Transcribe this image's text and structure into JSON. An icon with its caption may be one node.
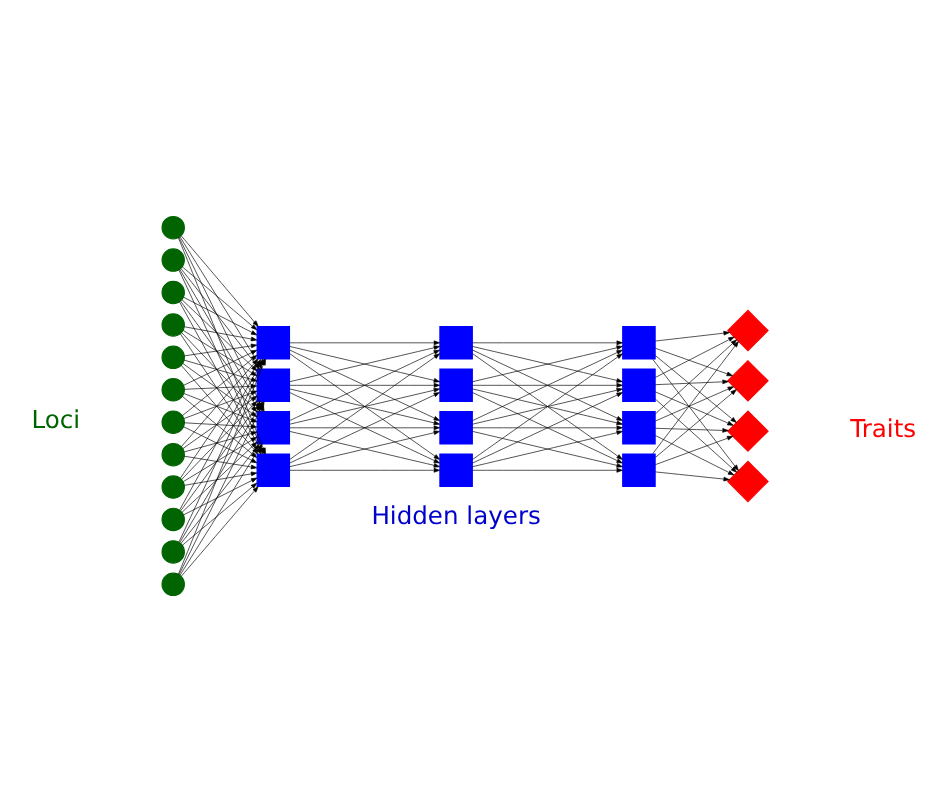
{
  "diagram": {
    "nodes": [
      {
        "text": [],
        "shape": "circle"
      },
      {
        "text": [],
        "shape": "circle"
      },
      {
        "text": [],
        "shape": "circle"
      },
      {
        "text": [],
        "shape": "circle"
      },
      {
        "text": [],
        "shape": "circle"
      },
      {
        "text": [],
        "shape": "circle"
      },
      {
        "text": [],
        "shape": "circle"
      },
      {
        "text": [],
        "shape": "circle"
      },
      {
        "text": [],
        "shape": "circle"
      },
      {
        "text": [],
        "shape": "circle"
      },
      {
        "text": [],
        "shape": "circle"
      },
      {
        "text": [],
        "shape": "circle"
      },
      {
        "text": [],
        "shape": "box"
      },
      {
        "text": [],
        "shape": "box"
      },
      {
        "text": [],
        "shape": "box"
      },
      {
        "text": [],
        "shape": "box"
      },
      {
        "text": [],
        "shape": "box"
      },
      {
        "text": [],
        "shape": "box"
      },
      {
        "text": [],
        "shape": "box"
      },
      {
        "text": [],
        "shape": "box"
      },
      {
        "text": [],
        "shape": "box"
      },
      {
        "text": [],
        "shape": "box"
      },
      {
        "text": [],
        "shape": "box"
      },
      {
        "text": [],
        "shape": "box"
      },
      {
        "text": [],
        "shape": "diamond"
      },
      {
        "text": [],
        "shape": "diamond"
      },
      {
        "text": [],
        "shape": "diamond"
      },
      {
        "text": [],
        "shape": "diamond"
      }
    ],
    "edges": [
      {
        "from": 0,
        "to": 12,
        "arrow": "to"
      },
      {
        "from": 0,
        "to": 13,
        "arrow": "to"
      },
      {
        "from": 0,
        "to": 14,
        "arrow": "to"
      },
      {
        "from": 0,
        "to": 15,
        "arrow": "to"
      },
      {
        "from": 1,
        "to": 12,
        "arrow": "to"
      },
      {
        "from": 1,
        "to": 13,
        "arrow": "to"
      },
      {
        "from": 1,
        "to": 14,
        "arrow": "to"
      },
      {
        "from": 1,
        "to": 15,
        "arrow": "to"
      },
      {
        "from": 2,
        "to": 12,
        "arrow": "to"
      },
      {
        "from": 2,
        "to": 13,
        "arrow": "to"
      },
      {
        "from": 2,
        "to": 14,
        "arrow": "to"
      },
      {
        "from": 2,
        "to": 15,
        "arrow": "to"
      },
      {
        "from": 3,
        "to": 12,
        "arrow": "to"
      },
      {
        "from": 3,
        "to": 13,
        "arrow": "to"
      },
      {
        "from": 3,
        "to": 14,
        "arrow": "to"
      },
      {
        "from": 3,
        "to": 15,
        "arrow": "to"
      },
      {
        "from": 4,
        "to": 12,
        "arrow": "to"
      },
      {
        "from": 4,
        "to": 13,
        "arrow": "to"
      },
      {
        "from": 4,
        "to": 14,
        "arrow": "to"
      },
      {
        "from": 4,
        "to": 15,
        "arrow": "to"
      },
      {
        "from": 5,
        "to": 12,
        "arrow": "to"
      },
      {
        "from": 5,
        "to": 13,
        "arrow": "to"
      },
      {
        "from": 5,
        "to": 14,
        "arrow": "to"
      },
      {
        "from": 5,
        "to": 15,
        "arrow": "to"
      },
      {
        "from": 6,
        "to": 12,
        "arrow": "to"
      },
      {
        "from": 6,
        "to": 13,
        "arrow": "to"
      },
      {
        "from": 6,
        "to": 14,
        "arrow": "to"
      },
      {
        "from": 6,
        "to": 15,
        "arrow": "to"
      },
      {
        "from": 7,
        "to": 12,
        "arrow": "to"
      },
      {
        "from": 7,
        "to": 13,
        "arrow": "to"
      },
      {
        "from": 7,
        "to": 14,
        "arrow": "to"
      },
      {
        "from": 7,
        "to": 15,
        "arrow": "to"
      },
      {
        "from": 8,
        "to": 12,
        "arrow": "to"
      },
      {
        "from": 8,
        "to": 13,
        "arrow": "to"
      },
      {
        "from": 8,
        "to": 14,
        "arrow": "to"
      },
      {
        "from": 8,
        "to": 15,
        "arrow": "to"
      },
      {
        "from": 9,
        "to": 12,
        "arrow": "to"
      },
      {
        "from": 9,
        "to": 13,
        "arrow": "to"
      },
      {
        "from": 9,
        "to": 14,
        "arrow": "to"
      },
      {
        "from": 9,
        "to": 15,
        "arrow": "to"
      },
      {
        "from": 10,
        "to": 12,
        "arrow": "to"
      },
      {
        "from": 10,
        "to": 13,
        "arrow": "to"
      },
      {
        "from": 10,
        "to": 14,
        "arrow": "to"
      },
      {
        "from": 10,
        "to": 15,
        "arrow": "to"
      },
      {
        "from": 11,
        "to": 12,
        "arrow": "to"
      },
      {
        "from": 11,
        "to": 13,
        "arrow": "to"
      },
      {
        "from": 11,
        "to": 14,
        "arrow": "to"
      },
      {
        "from": 11,
        "to": 15,
        "arrow": "to"
      },
      {
        "from": 12,
        "to": 16,
        "arrow": "to"
      },
      {
        "from": 12,
        "to": 17,
        "arrow": "to"
      },
      {
        "from": 12,
        "to": 18,
        "arrow": "to"
      },
      {
        "from": 12,
        "to": 19,
        "arrow": "to"
      },
      {
        "from": 13,
        "to": 16,
        "arrow": "to"
      },
      {
        "from": 13,
        "to": 17,
        "arrow": "to"
      },
      {
        "from": 13,
        "to": 18,
        "arrow": "to"
      },
      {
        "from": 13,
        "to": 19,
        "arrow": "to"
      },
      {
        "from": 14,
        "to": 16,
        "arrow": "to"
      },
      {
        "from": 14,
        "to": 17,
        "arrow": "to"
      },
      {
        "from": 14,
        "to": 18,
        "arrow": "to"
      },
      {
        "from": 14,
        "to": 19,
        "arrow": "to"
      },
      {
        "from": 15,
        "to": 16,
        "arrow": "to"
      },
      {
        "from": 15,
        "to": 17,
        "arrow": "to"
      },
      {
        "from": 15,
        "to": 18,
        "arrow": "to"
      },
      {
        "from": 15,
        "to": 19,
        "arrow": "to"
      },
      {
        "from": 16,
        "to": 20,
        "arrow": "to"
      },
      {
        "from": 16,
        "to": 21,
        "arrow": "to"
      },
      {
        "from": 16,
        "to": 22,
        "arrow": "to"
      },
      {
        "from": 16,
        "to": 23,
        "arrow": "to"
      },
      {
        "from": 17,
        "to": 20,
        "arrow": "to"
      },
      {
        "from": 17,
        "to": 21,
        "arrow": "to"
      },
      {
        "from": 17,
        "to": 22,
        "arrow": "to"
      },
      {
        "from": 17,
        "to": 23,
        "arrow": "to"
      },
      {
        "from": 18,
        "to": 20,
        "arrow": "to"
      },
      {
        "from": 18,
        "to": 21,
        "arrow": "to"
      },
      {
        "from": 18,
        "to": 22,
        "arrow": "to"
      },
      {
        "from": 18,
        "to": 23,
        "arrow": "to"
      },
      {
        "from": 19,
        "to": 20,
        "arrow": "to"
      },
      {
        "from": 19,
        "to": 21,
        "arrow": "to"
      },
      {
        "from": 19,
        "to": 22,
        "arrow": "to"
      },
      {
        "from": 19,
        "to": 23,
        "arrow": "to"
      },
      {
        "from": 20,
        "to": 24,
        "arrow": "to"
      },
      {
        "from": 20,
        "to": 25,
        "arrow": "to"
      },
      {
        "from": 20,
        "to": 26,
        "arrow": "to"
      },
      {
        "from": 20,
        "to": 27,
        "arrow": "to"
      },
      {
        "from": 21,
        "to": 24,
        "arrow": "to"
      },
      {
        "from": 21,
        "to": 25,
        "arrow": "to"
      },
      {
        "from": 21,
        "to": 26,
        "arrow": "to"
      },
      {
        "from": 21,
        "to": 27,
        "arrow": "to"
      },
      {
        "from": 22,
        "to": 24,
        "arrow": "to"
      },
      {
        "from": 22,
        "to": 25,
        "arrow": "to"
      },
      {
        "from": 22,
        "to": 26,
        "arrow": "to"
      },
      {
        "from": 22,
        "to": 27,
        "arrow": "to"
      },
      {
        "from": 23,
        "to": 24,
        "arrow": "to"
      },
      {
        "from": 23,
        "to": 25,
        "arrow": "to"
      },
      {
        "from": 23,
        "to": 26,
        "arrow": "to"
      },
      {
        "from": 23,
        "to": 27,
        "arrow": "to"
      }
    ],
    "labels": [
      "Loci",
      "Hidden layers",
      "Traits"
    ]
  }
}
